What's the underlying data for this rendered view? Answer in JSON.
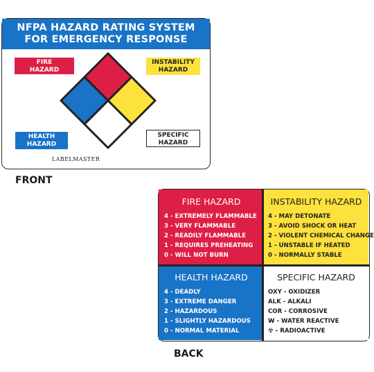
{
  "front": {
    "header_line1": "NFPA HAZARD RATING SYSTEM",
    "header_line2": "FOR EMERGENCY RESPONSE",
    "fire_label_1": "FIRE",
    "fire_label_2": "HAZARD",
    "instability_label_1": "INSTABILITY",
    "instability_label_2": "HAZARD",
    "health_label_1": "HEALTH",
    "health_label_2": "HAZARD",
    "specific_label_1": "SPECIFIC",
    "specific_label_2": "HAZARD",
    "logo": "LABELMASTER",
    "caption": "FRONT"
  },
  "back": {
    "caption": "BACK",
    "fire": {
      "title": "FIRE HAZARD",
      "items": [
        "4 - EXTREMELY FLAMMABLE",
        "3 - VERY FLAMMABLE",
        "2 - READILY FLAMMABLE",
        "1 - REQUIRES PREHEATING",
        "0 - WILL NOT BURN"
      ]
    },
    "instability": {
      "title": "INSTABILITY HAZARD",
      "items": [
        "4 - MAY DETONATE",
        "3 - AVOID SHOCK OR HEAT",
        "2 - VIOLENT CHEMICAL CHANGE",
        "1 - UNSTABLE IF HEATED",
        "0 - NORMALLY STABLE"
      ]
    },
    "health": {
      "title": "HEALTH HAZARD",
      "items": [
        "4 - DEADLY",
        "3 - EXTREME DANGER",
        "2 - HAZARDOUS",
        "1 - SLIGHTLY HAZARDOUS",
        "0 - NORMAL MATERIAL"
      ]
    },
    "specific": {
      "title": "SPECIFIC HAZARD",
      "items": [
        "OXY - OXIDIZER",
        "ALK - ALKALI",
        "COR - CORROSIVE"
      ],
      "water_reactive": "- WATER REACTIVE",
      "radioactive": "- RADIOACTIVE"
    }
  },
  "colors": {
    "fire": "#de1f45",
    "health": "#1973c6",
    "instability": "#fde13c",
    "specific": "#ffffff"
  }
}
